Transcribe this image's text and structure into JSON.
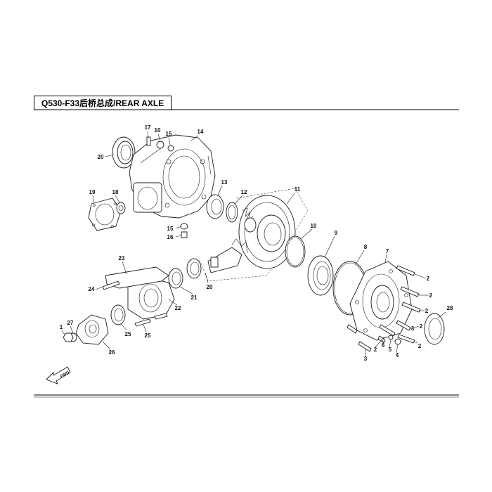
{
  "header": {
    "title": "Q530-F33后桥总成/REAR AXLE"
  },
  "direction_arrow": {
    "label": "FWD"
  },
  "callouts": [
    {
      "id": "c1",
      "label": "1"
    },
    {
      "id": "c2a",
      "label": "2"
    },
    {
      "id": "c2b",
      "label": "2"
    },
    {
      "id": "c2c",
      "label": "2"
    },
    {
      "id": "c2d",
      "label": "2"
    },
    {
      "id": "c2e",
      "label": "2"
    },
    {
      "id": "c2f",
      "label": "2"
    },
    {
      "id": "c3a",
      "label": "3"
    },
    {
      "id": "c3b",
      "label": "3"
    },
    {
      "id": "c4",
      "label": "4"
    },
    {
      "id": "c5",
      "label": "5"
    },
    {
      "id": "c6",
      "label": "6"
    },
    {
      "id": "c7",
      "label": "7"
    },
    {
      "id": "c8",
      "label": "8"
    },
    {
      "id": "c9",
      "label": "9"
    },
    {
      "id": "c10a",
      "label": "10"
    },
    {
      "id": "c10b",
      "label": "10"
    },
    {
      "id": "c11",
      "label": "11"
    },
    {
      "id": "c12",
      "label": "12"
    },
    {
      "id": "c13",
      "label": "13"
    },
    {
      "id": "c14",
      "label": "14"
    },
    {
      "id": "c15a",
      "label": "15"
    },
    {
      "id": "c15b",
      "label": "15"
    },
    {
      "id": "c16",
      "label": "16"
    },
    {
      "id": "c17",
      "label": "17"
    },
    {
      "id": "c18",
      "label": "18"
    },
    {
      "id": "c19",
      "label": "19"
    },
    {
      "id": "c20a",
      "label": "20"
    },
    {
      "id": "c20b",
      "label": "20"
    },
    {
      "id": "c21",
      "label": "21"
    },
    {
      "id": "c22",
      "label": "22"
    },
    {
      "id": "c23",
      "label": "23"
    },
    {
      "id": "c24",
      "label": "24"
    },
    {
      "id": "c25a",
      "label": "25"
    },
    {
      "id": "c25b",
      "label": "25"
    },
    {
      "id": "c26",
      "label": "26"
    },
    {
      "id": "c27",
      "label": "27"
    },
    {
      "id": "c28",
      "label": "28"
    }
  ]
}
